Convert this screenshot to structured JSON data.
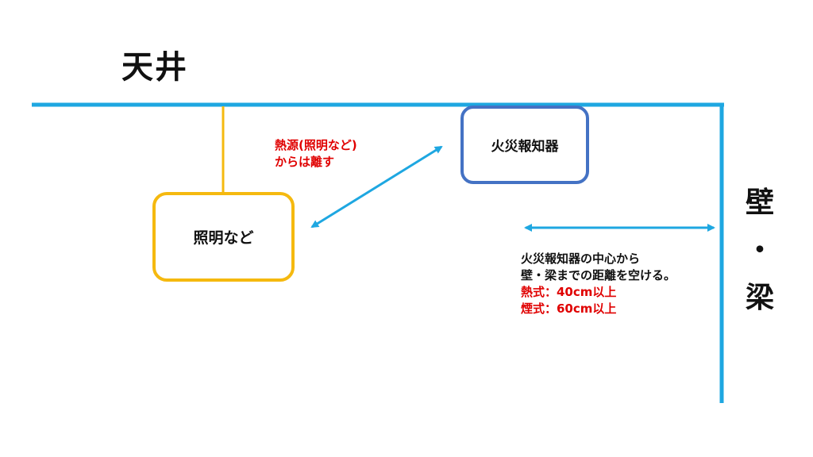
{
  "ceiling_label": "天井",
  "wall_label": [
    "壁",
    "・",
    "梁"
  ],
  "detector_box": {
    "label": "火災報知器"
  },
  "light_box": {
    "label": "照明など"
  },
  "heat_note": [
    "熱源(照明など)",
    "からは離す"
  ],
  "distance_note": {
    "lines": [
      "火災報知器の中心から",
      "壁・梁までの距離を空ける。"
    ],
    "heat_type": "熱式：40cm以上",
    "smoke_type": "煙式：60cm以上"
  },
  "colors": {
    "line_blue": "#1ea7e1",
    "light_border": "#f5b90f",
    "detector_border": "#4472c4",
    "note_red": "#e00000"
  }
}
